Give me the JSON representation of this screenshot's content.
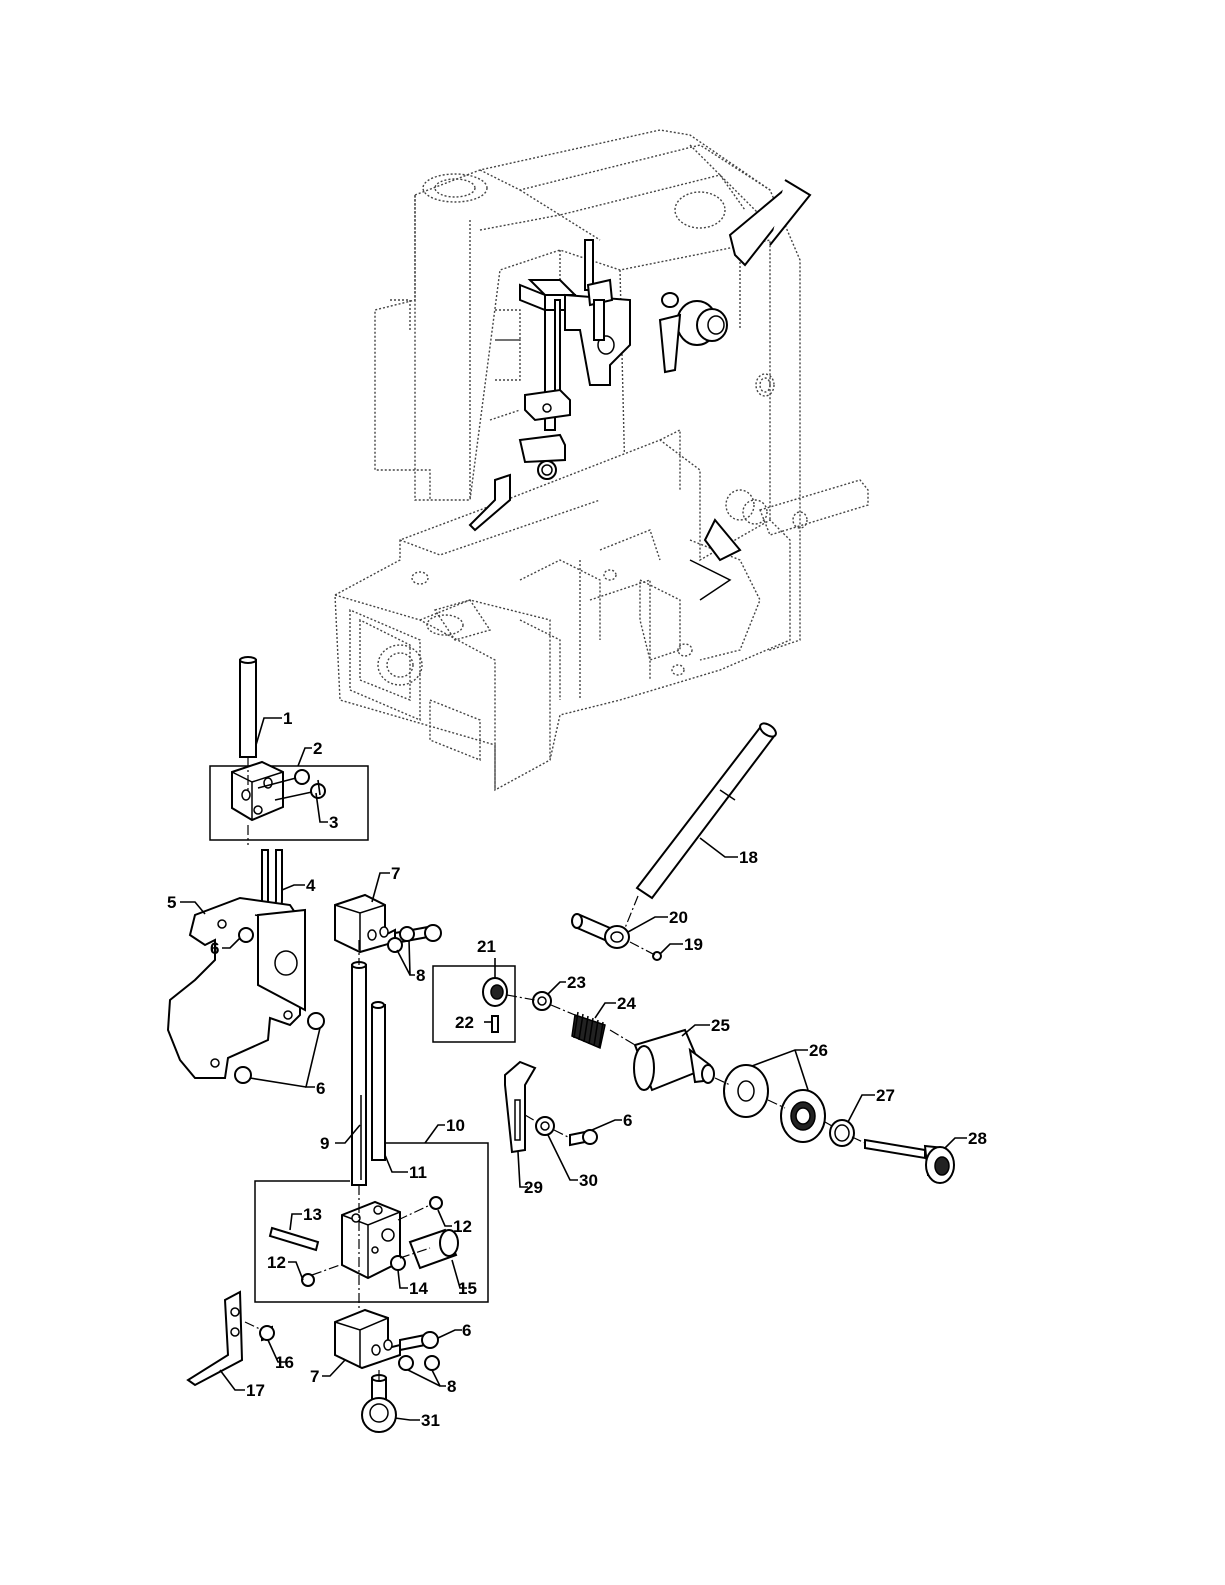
{
  "callouts": [
    {
      "id": "c1",
      "label": "1"
    },
    {
      "id": "c2",
      "label": "2"
    },
    {
      "id": "c3",
      "label": "3"
    },
    {
      "id": "c4",
      "label": "4"
    },
    {
      "id": "c5",
      "label": "5"
    },
    {
      "id": "c6a",
      "label": "6"
    },
    {
      "id": "c6b",
      "label": "6"
    },
    {
      "id": "c6c",
      "label": "6"
    },
    {
      "id": "c6d",
      "label": "6"
    },
    {
      "id": "c7a",
      "label": "7"
    },
    {
      "id": "c7b",
      "label": "7"
    },
    {
      "id": "c8a",
      "label": "8"
    },
    {
      "id": "c8b",
      "label": "8"
    },
    {
      "id": "c9",
      "label": "9"
    },
    {
      "id": "c10",
      "label": "10"
    },
    {
      "id": "c11",
      "label": "11"
    },
    {
      "id": "c12a",
      "label": "12"
    },
    {
      "id": "c12b",
      "label": "12"
    },
    {
      "id": "c13",
      "label": "13"
    },
    {
      "id": "c14",
      "label": "14"
    },
    {
      "id": "c15",
      "label": "15"
    },
    {
      "id": "c16",
      "label": "16"
    },
    {
      "id": "c17",
      "label": "17"
    },
    {
      "id": "c18",
      "label": "18"
    },
    {
      "id": "c19",
      "label": "19"
    },
    {
      "id": "c20",
      "label": "20"
    },
    {
      "id": "c21",
      "label": "21"
    },
    {
      "id": "c22",
      "label": "22"
    },
    {
      "id": "c23",
      "label": "23"
    },
    {
      "id": "c24",
      "label": "24"
    },
    {
      "id": "c25",
      "label": "25"
    },
    {
      "id": "c26",
      "label": "26"
    },
    {
      "id": "c27",
      "label": "27"
    },
    {
      "id": "c28",
      "label": "28"
    },
    {
      "id": "c29",
      "label": "29"
    },
    {
      "id": "c30",
      "label": "30"
    },
    {
      "id": "c31",
      "label": "31"
    }
  ]
}
